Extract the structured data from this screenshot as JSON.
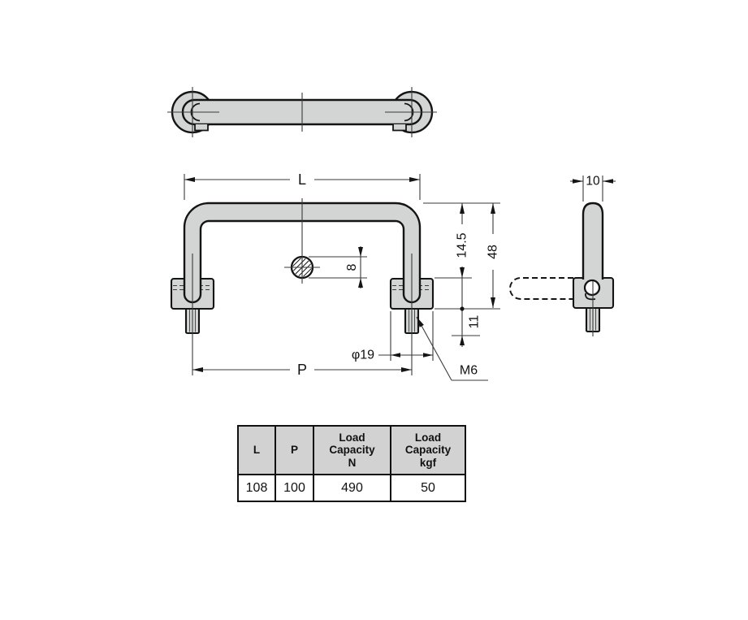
{
  "page": {
    "description": "Technical dimension drawing of a folding pull handle: top view, front view with dimensions, side view, and load capacity table"
  },
  "drawing": {
    "colors": {
      "part_fill": "#d3d4d4",
      "line_color": "#141414",
      "thin_color": "#3a3a3a",
      "table_header_bg": "#d2d2d2",
      "page_bg": "#ffffff"
    },
    "dims": {
      "length": "L",
      "pitch": "P",
      "grip_diameter": "8",
      "height_upper": "14.5",
      "height_total": "48",
      "stud_length": "11",
      "base_diameter": "φ19",
      "thread": "M6",
      "bar_width": "10"
    }
  },
  "table": {
    "headers": [
      [
        "L"
      ],
      [
        "P"
      ],
      [
        "Load",
        "Capacity",
        "N"
      ],
      [
        "Load",
        "Capacity",
        "kgf"
      ]
    ],
    "rows": [
      [
        "108",
        "100",
        "490",
        "50"
      ]
    ]
  }
}
